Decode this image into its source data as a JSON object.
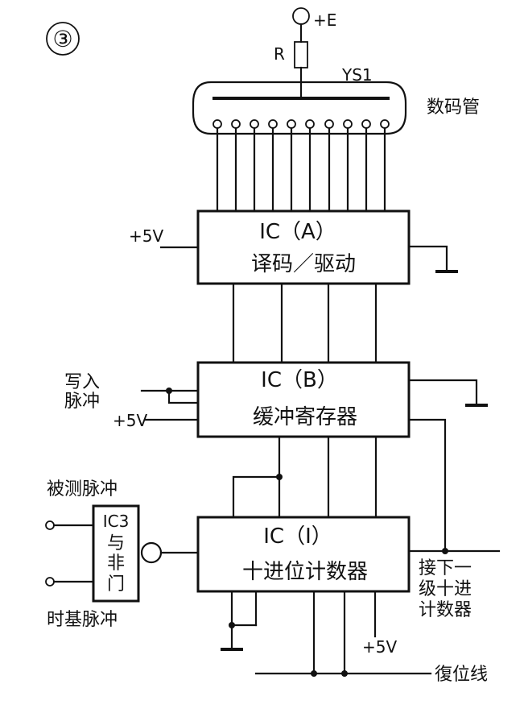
{
  "figure_number": "③",
  "supply": {
    "plus_e": "+E",
    "resistor": "R"
  },
  "display": {
    "tube_label": "YS1",
    "tube_name": "数码管"
  },
  "ic_a": {
    "title": "IC（A）",
    "function": "译码／驱动",
    "supply": "+5V"
  },
  "ic_b": {
    "title": "IC（B）",
    "function": "缓冲寄存器",
    "supply": "+5V",
    "input": [
      "写入",
      "脉冲"
    ]
  },
  "ic_c": {
    "title": "IC（I）",
    "function": "十进位计数器",
    "supply": "+5V"
  },
  "gate": {
    "label_1": "IC3",
    "label_2": "与",
    "label_3": "非",
    "label_4": "门"
  },
  "inputs": {
    "measured_pulse": "被测脉冲",
    "time_base": "时基脉冲"
  },
  "outputs": {
    "next_stage": [
      "接下一",
      "级十进",
      "计数器"
    ],
    "reset": "復位线"
  }
}
